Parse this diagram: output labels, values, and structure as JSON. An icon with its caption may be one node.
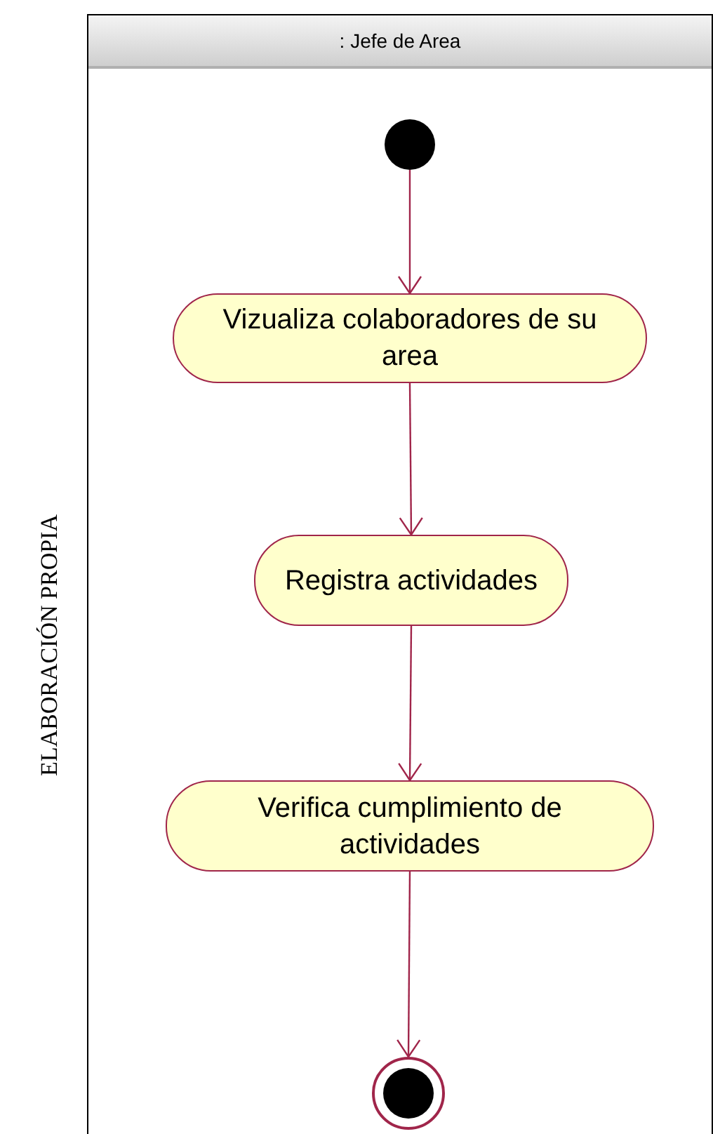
{
  "diagram": {
    "nodes": [
      {
        "text": [
          ": Jefe de Area"
        ]
      },
      {
        "text": [],
        "shape": "circle",
        "in": 0
      },
      {
        "text": [
          "Vizualiza colaboradores de su area"
        ],
        "in": 0
      },
      {
        "text": [
          "Registra actividades"
        ],
        "in": 0
      },
      {
        "text": [
          "Verifica cumplimiento de actividades"
        ],
        "in": 0
      },
      {
        "text": [],
        "shape": "circle",
        "in": 0
      }
    ],
    "edges": [
      {
        "from": 1,
        "to": 2,
        "arrow": "to"
      },
      {
        "from": 2,
        "to": 3,
        "arrow": "to"
      },
      {
        "from": 3,
        "to": 4,
        "arrow": "to"
      },
      {
        "from": 4,
        "to": 5,
        "arrow": "to"
      }
    ],
    "labels": [
      "ELABORACIÓN PROPIA"
    ]
  }
}
